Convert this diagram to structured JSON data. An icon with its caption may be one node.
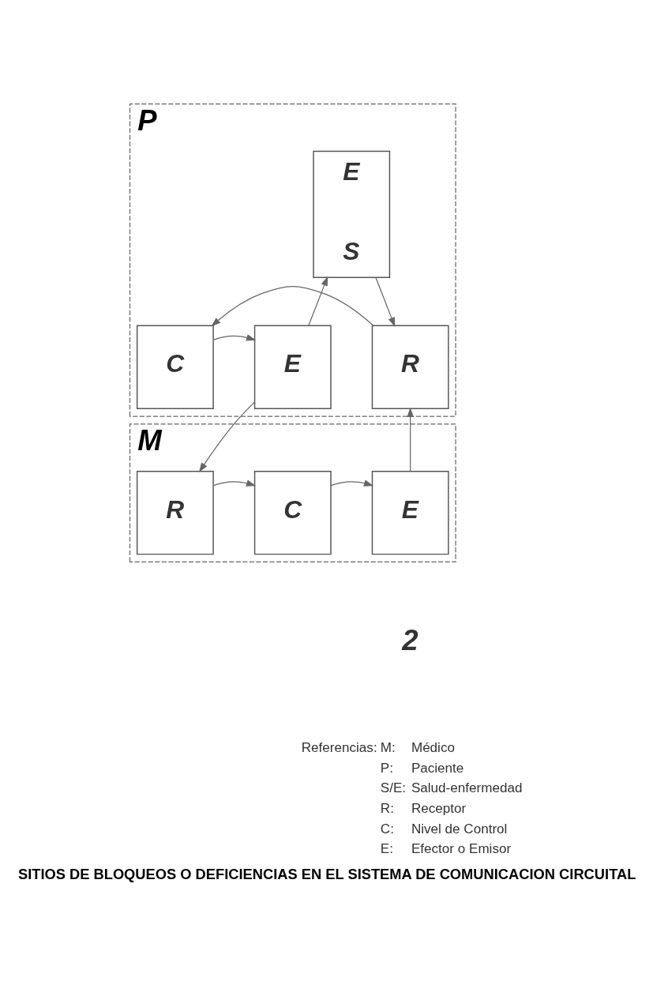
{
  "diagram": {
    "caption": "SITIOS DE BLOQUEOS O DEFICIENCIAS EN EL SISTEMA DE COMUNICACION CIRCUITAL",
    "nodes": [
      {
        "text": [
          "P"
        ]
      },
      {
        "text": [
          "E",
          "S"
        ],
        "in": 0
      },
      {
        "text": [
          "E"
        ],
        "in": 0
      },
      {
        "text": [
          "C"
        ],
        "in": 0
      },
      {
        "text": [
          "R"
        ],
        "in": 0
      },
      {
        "text": [
          "M"
        ]
      },
      {
        "text": [
          "R"
        ],
        "in": 5
      },
      {
        "text": [
          "C"
        ],
        "in": 5
      },
      {
        "text": [
          "E"
        ],
        "in": 5
      }
    ],
    "edges": [
      {
        "from": 2,
        "to": 1,
        "arrow": "to"
      },
      {
        "from": 1,
        "to": 4,
        "arrow": "to"
      },
      {
        "from": 4,
        "to": 3,
        "arrow": "to"
      },
      {
        "from": 3,
        "to": 2,
        "arrow": "to"
      },
      {
        "from": 2,
        "to": 6,
        "arrow": "to"
      },
      {
        "from": 6,
        "to": 7,
        "arrow": "to"
      },
      {
        "from": 7,
        "to": 8,
        "arrow": "to"
      },
      {
        "from": 8,
        "to": 4,
        "arrow": "to"
      }
    ],
    "labels": [
      "2",
      "Referencias:",
      "M:",
      "Médico",
      "P:",
      "Paciente",
      "S/E:",
      "Salud-enfermedad",
      "R:",
      "Receptor",
      "C:",
      "Nivel de Control",
      "E:",
      "Efector o Emisor"
    ]
  }
}
